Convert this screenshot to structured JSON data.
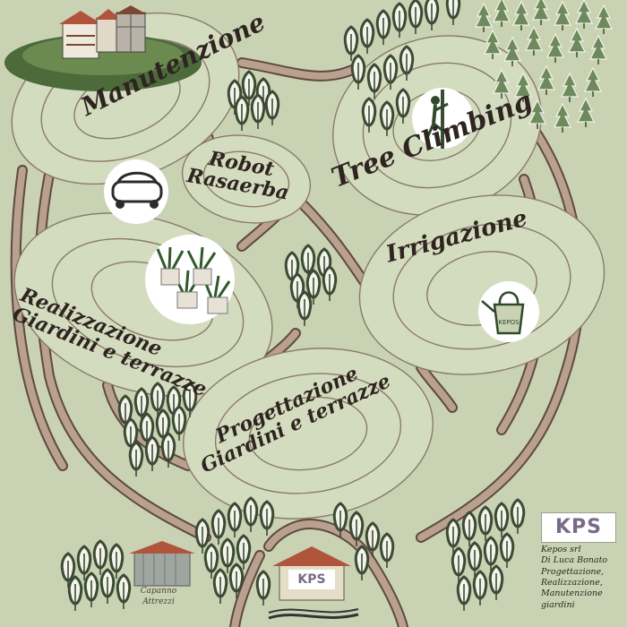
{
  "areas": {
    "manutenzione": {
      "lines": [
        "Manutenzione"
      ]
    },
    "robot": {
      "lines": [
        "Robot",
        "Rasaerba"
      ]
    },
    "tree_climbing": {
      "lines": [
        "Tree Climbing"
      ]
    },
    "irrigazione": {
      "lines": [
        "Irrigazione"
      ]
    },
    "realizzazione": {
      "lines": [
        "Realizzazione",
        "Giardini e terrazze"
      ]
    },
    "progettazione": {
      "lines": [
        "Progettazione",
        "Giardini e terrazze"
      ]
    }
  },
  "capanno": {
    "lines": [
      "Capanno",
      "Attrezzi"
    ]
  },
  "logo_text": "KPS",
  "company": {
    "lines": [
      "Kepos srl",
      "Di Luca Bonato",
      "Progettazione,",
      "Realizzazione,",
      "Manutenzione",
      "giardini"
    ]
  },
  "colors": {
    "background": "#c9d3b3",
    "path": "#b9a08f",
    "path_outline": "#5e4a40",
    "oval_fill": "#d4dcbf",
    "tree_dark": "#3c4a34",
    "tree_light": "#f2f4ea",
    "label_text": "#2e2420",
    "roof_red": "#b0543c"
  },
  "icons": {
    "house": "house-icon",
    "mower": "robot-mower-icon",
    "climber": "tree-climber-icon",
    "watering_can": "watering-can-icon",
    "planters": "potted-plants-icon",
    "shed": "tool-shed-icon"
  }
}
